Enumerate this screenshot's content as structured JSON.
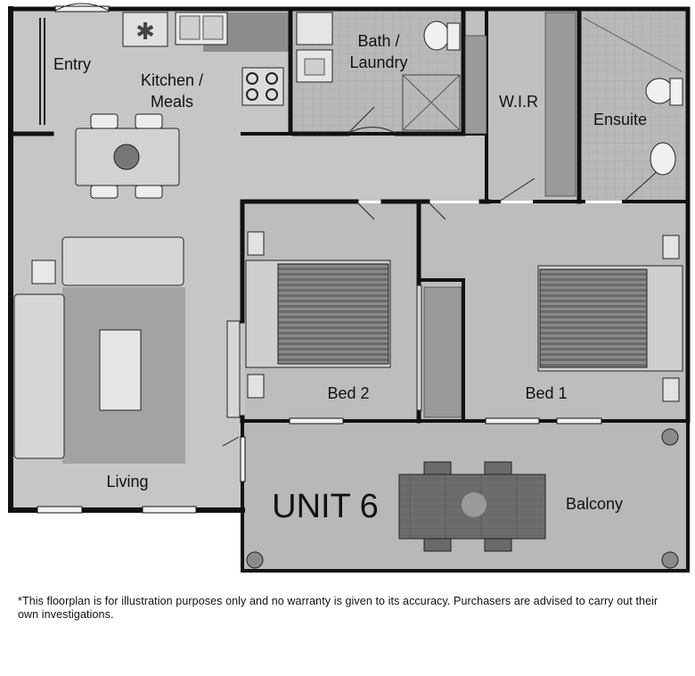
{
  "rooms": {
    "entry": "Entry",
    "kitchen_line1": "Kitchen /",
    "kitchen_line2": "Meals",
    "bath_line1": "Bath /",
    "bath_line2": "Laundry",
    "wir": "W.I.R",
    "ensuite": "Ensuite",
    "bed2": "Bed 2",
    "bed1": "Bed 1",
    "living": "Living",
    "balcony": "Balcony"
  },
  "unit_title": "UNIT 6",
  "disclaimer": "*This floorplan is for illustration purposes only and no warranty is given to its accuracy. Purchasers are advised to carry out their own investigations.",
  "colors": {
    "wall": "#111111",
    "floor": "#c4c4c4",
    "tile": "#b5b5b5",
    "carpet": "#9e9e9e",
    "furniture_light": "#d4d4d4",
    "furniture_dark": "#6e6e6e"
  }
}
